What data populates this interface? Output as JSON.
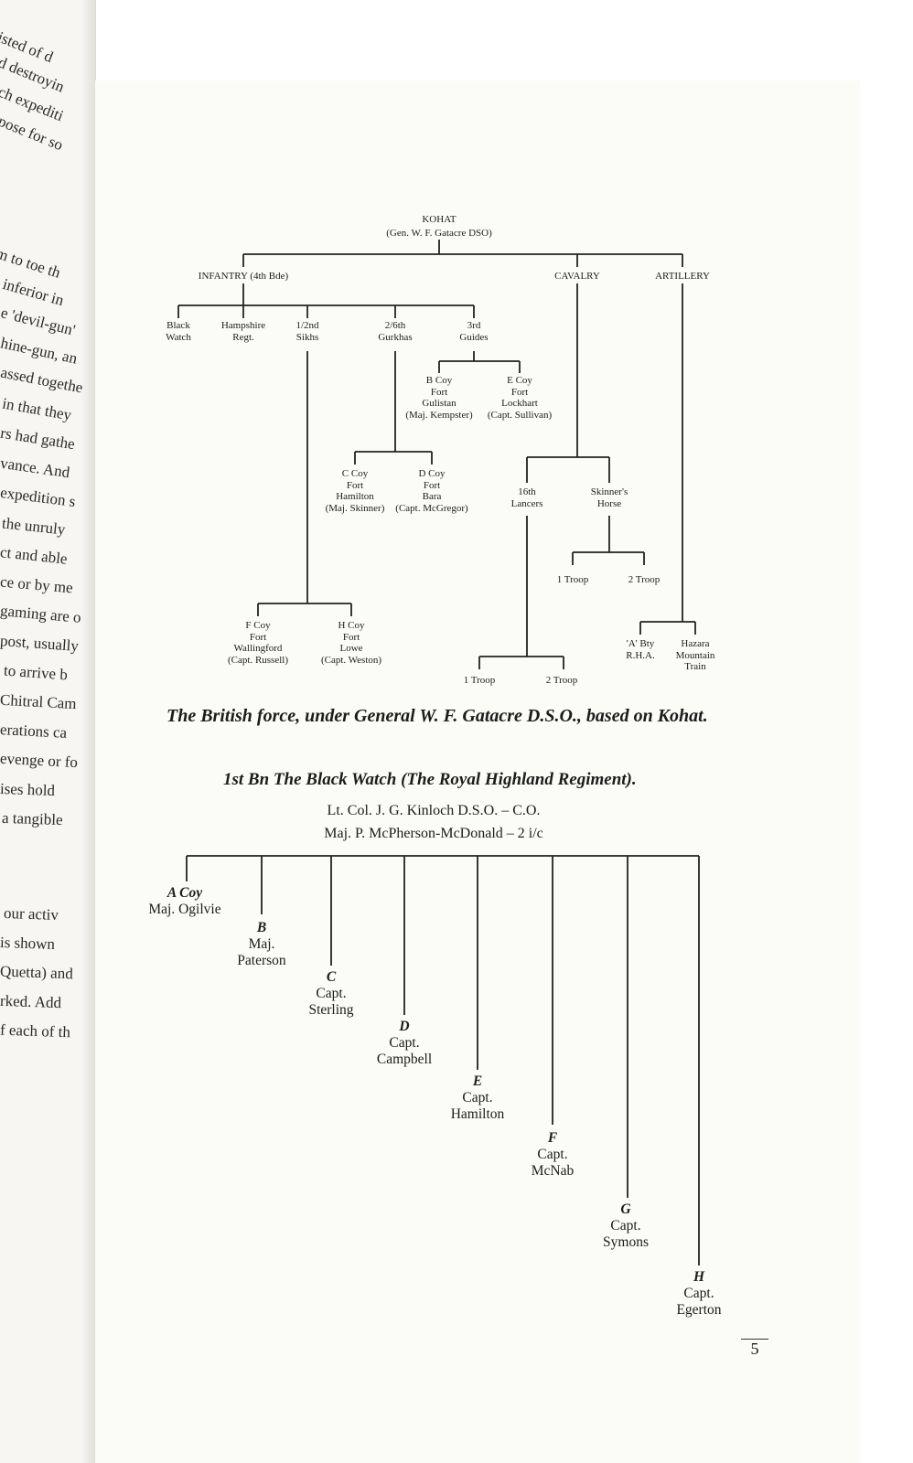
{
  "facing_page_fragments": [
    "isted of d",
    "d destroyin",
    "ch expediti",
    "pose for so",
    "m to toe th",
    "inferior in",
    "e 'devil-gun'",
    "hine-gun, an",
    "assed togethe",
    "in that they",
    "rs had gathe",
    "vance. And",
    "expedition s",
    "the unruly",
    "ct and able",
    "ce or by me",
    "gaming are o",
    "post, usually",
    "to arrive b",
    "Chitral Cam",
    "erations ca",
    "evenge or fo",
    "ises hold",
    "a tangible",
    "our activ",
    "is shown",
    "Quetta) and",
    "rked. Add",
    "f each of th"
  ],
  "chart1": {
    "root": "KOHAT",
    "root_sub": "(Gen. W. F. Gatacre DSO)",
    "infantry": "INFANTRY (4th Bde)",
    "cavalry": "CAVALRY",
    "artillery": "ARTILLERY",
    "black_watch": [
      "Black",
      "Watch"
    ],
    "hampshire": [
      "Hampshire",
      "Regt."
    ],
    "sikhs": [
      "1/2nd",
      "Sikhs"
    ],
    "gurkhas": [
      "2/6th",
      "Gurkhas"
    ],
    "guides": [
      "3rd",
      "Guides"
    ],
    "b_coy": [
      "B Coy",
      "Fort",
      "Gulistan",
      "(Maj. Kempster)"
    ],
    "e_coy": [
      "E Coy",
      "Fort",
      "Lockhart",
      "(Capt. Sullivan)"
    ],
    "c_coy": [
      "C Coy",
      "Fort",
      "Hamilton",
      "(Maj. Skinner)"
    ],
    "d_coy": [
      "D Coy",
      "Fort",
      "Bara",
      "(Capt. McGregor)"
    ],
    "lancers": [
      "16th",
      "Lancers"
    ],
    "skinners": [
      "Skinner's",
      "Horse"
    ],
    "skinners_troops": [
      "1 Troop",
      "2 Troop"
    ],
    "f_coy": [
      "F Coy",
      "Fort",
      "Wallingford",
      "(Capt. Russell)"
    ],
    "h_coy": [
      "H Coy",
      "Fort",
      "Lowe",
      "(Capt. Weston)"
    ],
    "rha": [
      "'A' Bty",
      "R.H.A."
    ],
    "hazara": [
      "Hazara",
      "Mountain",
      "Train"
    ],
    "lancers_troops": [
      "1 Troop",
      "2 Troop"
    ]
  },
  "caption1": "The British force, under General W. F. Gatacre D.S.O., based on Kohat.",
  "caption2": "1st Bn The Black Watch (The Royal Highland Regiment).",
  "co_line": "Lt. Col. J. G. Kinloch D.S.O. – C.O.",
  "ic_line": "Maj. P. McPherson-McDonald – 2 i/c",
  "companies": [
    {
      "letter": "A Coy",
      "rank": "Maj. Ogilvie",
      "name": ""
    },
    {
      "letter": "B",
      "rank": "Maj.",
      "name": "Paterson"
    },
    {
      "letter": "C",
      "rank": "Capt.",
      "name": "Sterling"
    },
    {
      "letter": "D",
      "rank": "Capt.",
      "name": "Campbell"
    },
    {
      "letter": "E",
      "rank": "Capt.",
      "name": "Hamilton"
    },
    {
      "letter": "F",
      "rank": "Capt.",
      "name": "McNab"
    },
    {
      "letter": "G",
      "rank": "Capt.",
      "name": "Symons"
    },
    {
      "letter": "H",
      "rank": "Capt.",
      "name": "Egerton"
    }
  ],
  "page_number": "5"
}
